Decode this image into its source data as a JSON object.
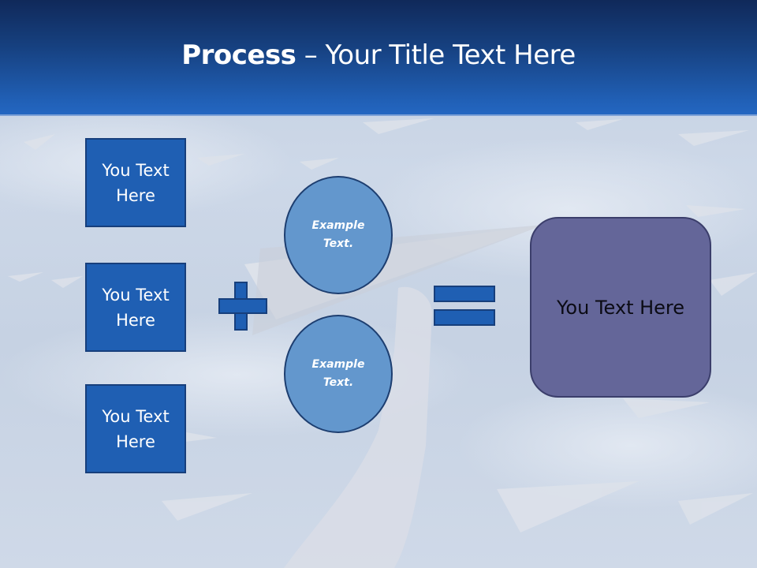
{
  "slide": {
    "title_bold": "Process",
    "title_rest": " – Your Title Text Here"
  },
  "inputs": [
    {
      "label": "You Text Here"
    },
    {
      "label": "You Text Here"
    },
    {
      "label": "You Text Here"
    }
  ],
  "operators": {
    "plus": "plus-sign",
    "equals": "equals-sign"
  },
  "circles": [
    {
      "label": "Example Text."
    },
    {
      "label": "Example Text."
    }
  ],
  "result": {
    "label": "You Text Here"
  },
  "colors": {
    "header_top": "#10295a",
    "header_bottom": "#2466c1",
    "box_fill": "#1f5fb3",
    "box_border": "#173f7c",
    "circle_fill": "#6397cd",
    "result_fill": "#646699"
  }
}
